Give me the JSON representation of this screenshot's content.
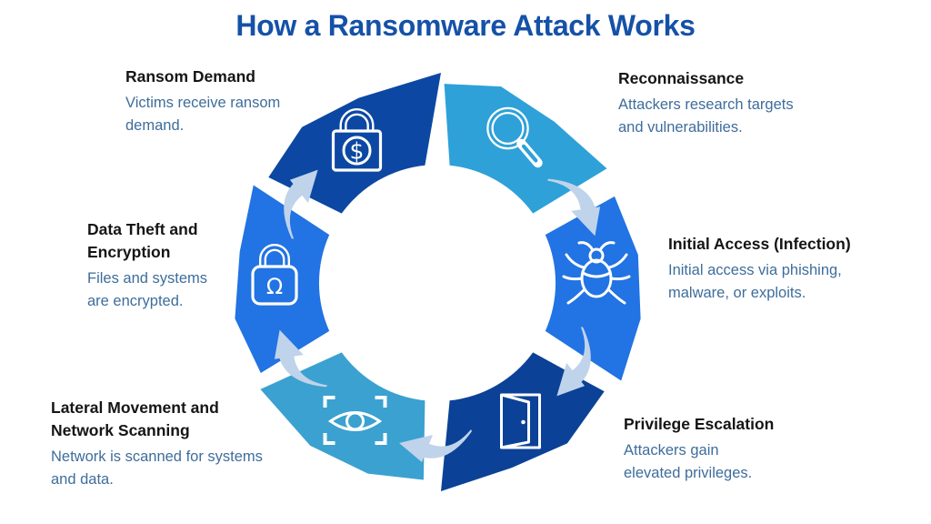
{
  "title": "How a Ransomware Attack Works",
  "colors": {
    "background": "#FFFFFF",
    "title": "#1551A8",
    "heading": "#151515",
    "description": "#3E6D9C",
    "arrow": "#BFD3EA",
    "icon_stroke": "#FFFFFF"
  },
  "stages": [
    {
      "id": "reconnaissance",
      "heading": "Reconnaissance",
      "description": "Attackers research targets\nand vulnerabilities.",
      "icon": "magnifier-icon",
      "color": "#2EA1D8"
    },
    {
      "id": "initial-access",
      "heading": "Initial Access (Infection)",
      "description": "Initial access via phishing,\nmalware, or exploits.",
      "icon": "bug-icon",
      "color": "#2273E3"
    },
    {
      "id": "privilege-escalation",
      "heading": "Privilege Escalation",
      "description": "Attackers gain\nelevated privileges.",
      "icon": "door-icon",
      "color": "#0B4197"
    },
    {
      "id": "lateral-movement",
      "heading": "Lateral Movement and\nNetwork Scanning",
      "description": "Network is scanned for systems\nand data.",
      "icon": "eye-scan-icon",
      "color": "#3BA1D0"
    },
    {
      "id": "data-theft",
      "heading": "Data Theft and\nEncryption",
      "description": "Files and systems\nare encrypted.",
      "icon": "padlock-icon",
      "color": "#2273E3"
    },
    {
      "id": "ransom-demand",
      "heading": "Ransom Demand",
      "description": "Victims receive ransom\ndemand.",
      "icon": "padlock-dollar-icon",
      "color": "#0C48A3"
    }
  ]
}
